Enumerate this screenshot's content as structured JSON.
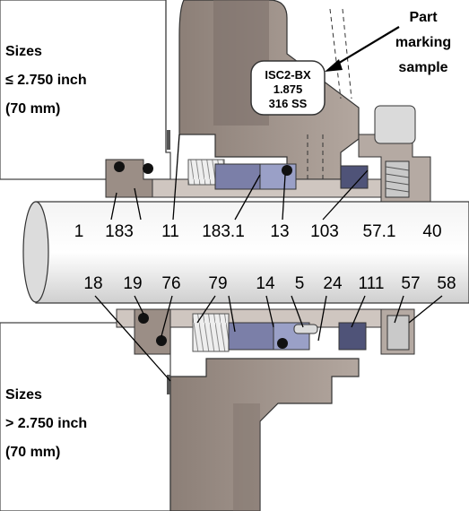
{
  "side_labels": {
    "top": [
      "Sizes",
      "≤ 2.750 inch",
      "(70 mm)"
    ],
    "bottom": [
      "Sizes",
      "> 2.750 inch",
      "(70 mm)"
    ]
  },
  "part_marking": {
    "callout": [
      "Part",
      "marking",
      "sample"
    ],
    "tag_lines": [
      "ISC2-BX",
      "1.875",
      "316 SS"
    ]
  },
  "upper_part_numbers": [
    "1",
    "183",
    "11",
    "183.1",
    "13",
    "103",
    "57.1",
    "40"
  ],
  "lower_part_numbers": [
    "18",
    "19",
    "76",
    "79",
    "14",
    "5",
    "24",
    "111",
    "57",
    "58"
  ],
  "colors": {
    "gland": "#9b8e86",
    "gland_dark": "#6f645e",
    "sleeve": "#b0a59f",
    "shaft": "#e8e8e8",
    "face_blue": "#7b7fa8",
    "face_blue_dark": "#4f5378",
    "spring": "#d8d8d8",
    "housing": "#ffffff"
  }
}
